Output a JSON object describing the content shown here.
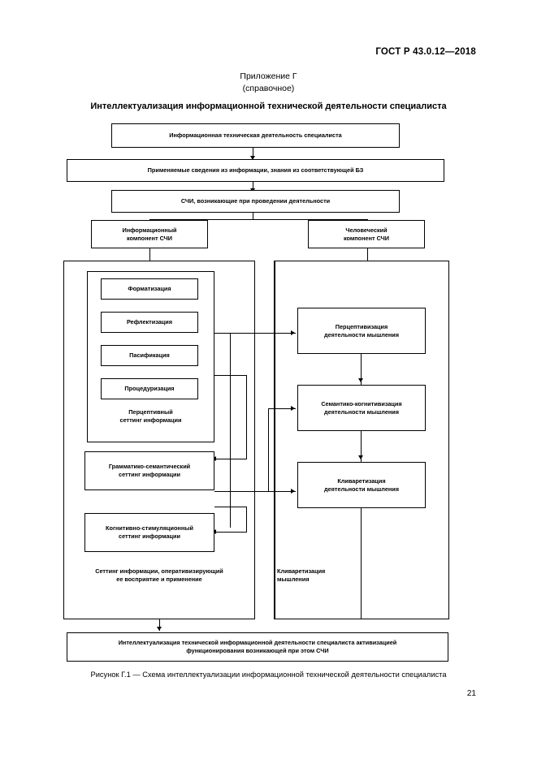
{
  "document": {
    "standard_header": "ГОСТ Р 43.0.12—2018",
    "annex_label": "Приложение Г",
    "annex_kind": "(справочное)",
    "annex_title": "Интеллектуализация информационной технической деятельности специалиста",
    "figure_caption": "Рисунок Г.1 — Схема интеллектуализации информационной технической деятельности специалиста",
    "page_number": "21"
  },
  "diagram": {
    "top_chain": [
      {
        "id": "activity",
        "label": "Информационная техническая деятельность специалиста"
      },
      {
        "id": "knowledge",
        "label": "Применяемые сведения из информации, знания из соответствующей БЗ"
      },
      {
        "id": "hmi",
        "label": "СЧИ, возникающие при проведении деятельности"
      }
    ],
    "components": [
      {
        "id": "info-component",
        "label": "Информационный\nкомпонент СЧИ",
        "line1": "Информационный",
        "line2": "компонент СЧИ"
      },
      {
        "id": "human-component",
        "label": "Человеческий\nкомпонент СЧИ",
        "line1": "Человеческий",
        "line2": "компонент СЧИ"
      }
    ],
    "left_column": {
      "perceptive_items": [
        {
          "id": "formatization",
          "label": "Форматизация"
        },
        {
          "id": "reflectization",
          "label": "Рефлектизация"
        },
        {
          "id": "pacification",
          "label": "Пасификация"
        },
        {
          "id": "proceduralization",
          "label": "Процедуризация"
        }
      ],
      "perceptive_group_label_l1": "Перцептивный",
      "perceptive_group_label_l2": "сеттинг информации",
      "gramm_box_l1": "Грамматико-семантический",
      "gramm_box_l2": "сеттинг информации",
      "cognitive_box_l1": "Когнитивно-стимуляционный",
      "cognitive_box_l2": "сеттинг информации",
      "outer_label_l1": "Сеттинг информации, оперативизирующий",
      "outer_label_l2": "ее восприятие и применение"
    },
    "right_column": {
      "items": [
        {
          "id": "perceptivization",
          "line1": "Перцептивизация",
          "line2": "деятельности мышления"
        },
        {
          "id": "semantic-cognitivization",
          "line1": "Семантико-когнитивизация",
          "line2": "деятельности мышления"
        },
        {
          "id": "cliveridization",
          "line1": "Кливаретизация",
          "line2": "деятельности мышления"
        }
      ],
      "outer_label_l1": "Кливаретизация",
      "outer_label_l2": "мышления"
    },
    "bottom_box": {
      "id": "result",
      "line1": "Интеллектуализация технической информационной деятельности специалиста активизацией",
      "line2": "функционирования возникающей при этом СЧИ"
    }
  }
}
